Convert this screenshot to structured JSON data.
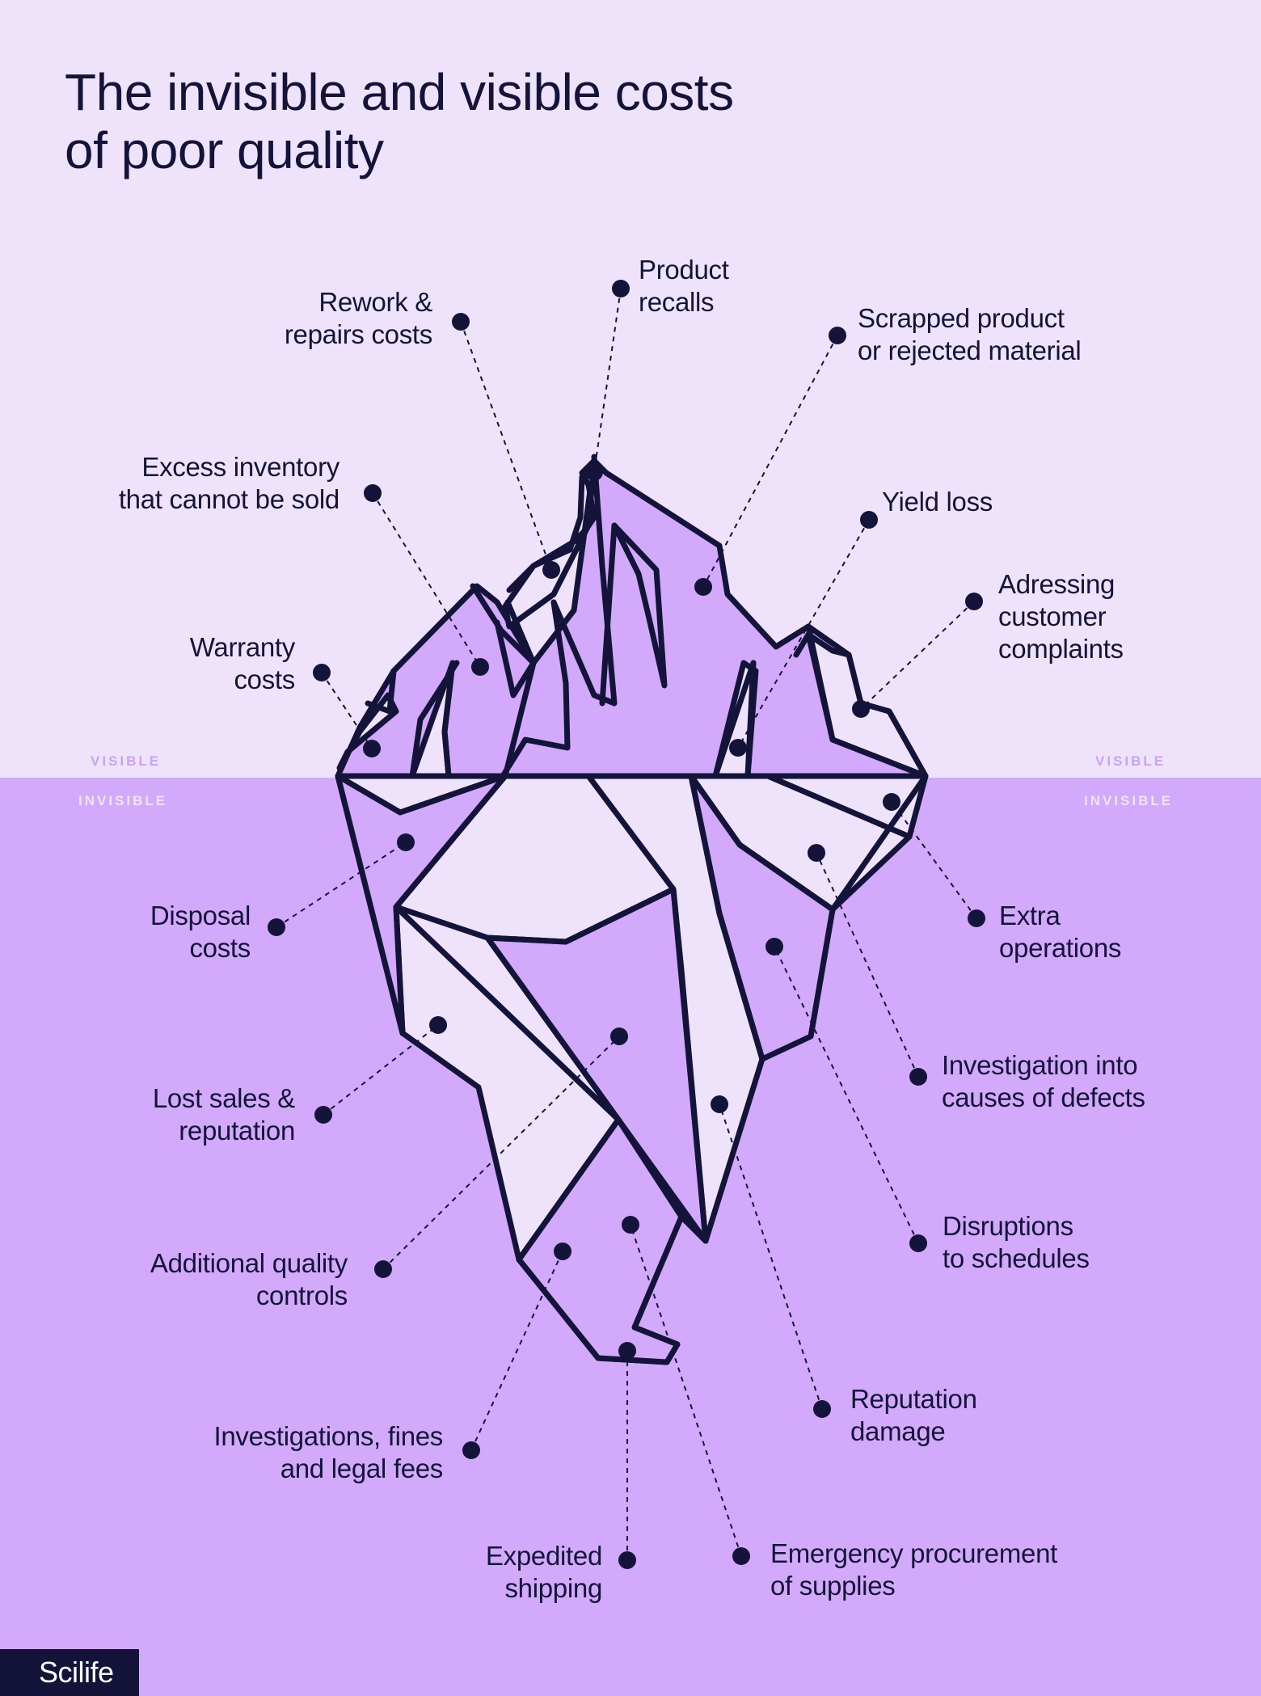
{
  "title": "The invisible and visible costs\nof poor quality",
  "zones": {
    "visible": "VISIBLE",
    "invisible": "INVISIBLE"
  },
  "colors": {
    "sky": "#efe3fb",
    "water": "#d3aafb",
    "ice_dark": "#d3aafb",
    "ice_light": "#efe3fb",
    "ink": "#14143a"
  },
  "visible_costs": [
    "Product\nrecalls",
    "Rework &\nrepairs costs",
    "Scrapped product\nor rejected material",
    "Excess inventory\nthat cannot be sold",
    "Yield loss",
    "Adressing\ncustomer\ncomplaints",
    "Warranty\ncosts"
  ],
  "invisible_costs": [
    "Disposal\ncosts",
    "Extra\noperations",
    "Investigation into\ncauses of defects",
    "Lost sales &\nreputation",
    "Disruptions\nto schedules",
    "Additional quality\ncontrols",
    "Reputation\ndamage",
    "Investigations, fines\nand legal fees",
    "Expedited\nshipping",
    "Emergency procurement\nof supplies"
  ],
  "brand": "Scilife"
}
